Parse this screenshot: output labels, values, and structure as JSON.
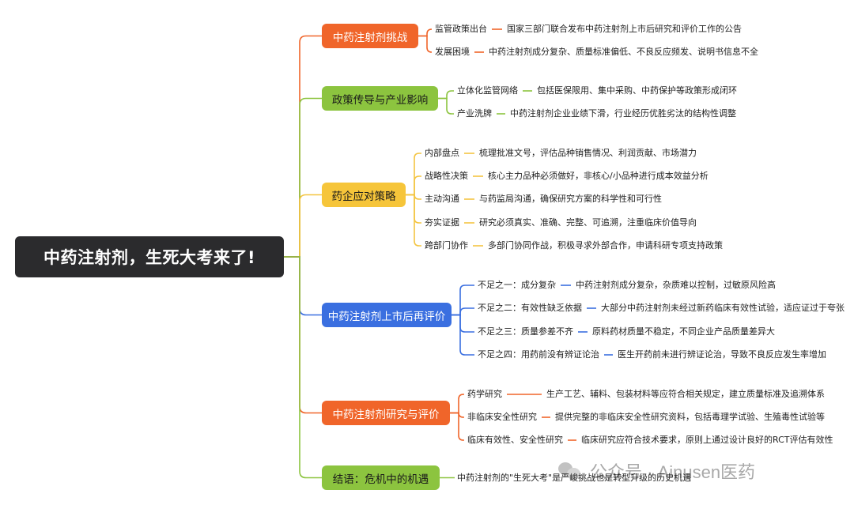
{
  "root": "中药注射剂，生死大考来了!",
  "branches": [
    {
      "label": "中药注射剂挑战",
      "bg": "#f0652a",
      "fg": "#ffffff",
      "line": "#f0652a",
      "children": [
        {
          "label": "监管政策出台",
          "desc": "国家三部门联合发布中药注射剂上市后研究和评价工作的公告"
        },
        {
          "label": "发展困境",
          "desc": "中药注射剂成分复杂、质量标准偏低、不良反应频发、说明书信息不全"
        }
      ]
    },
    {
      "label": "政策传导与产业影响",
      "bg": "#8cc43f",
      "fg": "#1a1a1a",
      "line": "#8cc43f",
      "children": [
        {
          "label": "立体化监管网络",
          "desc": "包括医保限用、集中采购、中药保护等政策形成闭环"
        },
        {
          "label": "产业洗牌",
          "desc": "中药注射剂企业业绩下滑，行业经历优胜劣汰的结构性调整"
        }
      ]
    },
    {
      "label": "药企应对策略",
      "bg": "#f6c53a",
      "fg": "#1a1a1a",
      "line": "#f4c542",
      "children": [
        {
          "label": "内部盘点",
          "desc": "梳理批准文号，评估品种销售情况、利润贡献、市场潜力"
        },
        {
          "label": "战略性决策",
          "desc": "核心主力品种必须做好，非核心/小品种进行成本效益分析"
        },
        {
          "label": "主动沟通",
          "desc": "与药监局沟通，确保研究方案的科学性和可行性"
        },
        {
          "label": "夯实证据",
          "desc": "研究必须真实、准确、完整、可追溯，注重临床价值导向"
        },
        {
          "label": "跨部门协作",
          "desc": "多部门协同作战，积极寻求外部合作，申请科研专项支持政策"
        }
      ]
    },
    {
      "label": "中药注射剂上市后再评价",
      "bg": "#3a6fe0",
      "fg": "#ffffff",
      "line": "#3a6fe0",
      "children": [
        {
          "label": "不足之一：成分复杂",
          "desc": "中药注射剂成分复杂，杂质难以控制，过敏原风险高"
        },
        {
          "label": "不足之二：有效性缺乏依据",
          "desc": "大部分中药注射剂未经过新药临床有效性试验，适应证过于夸张"
        },
        {
          "label": "不足之三：质量参差不齐",
          "desc": "原料药材质量不稳定，不同企业产品质量差异大"
        },
        {
          "label": "不足之四：用药前没有辨证论治",
          "desc": "医生开药前未进行辨证论治，导致不良反应发生率增加"
        }
      ]
    },
    {
      "label": "中药注射剂研究与评价",
      "bg": "#f0652a",
      "fg": "#ffffff",
      "line": "#f0652a",
      "children": [
        {
          "label": "药学研究",
          "desc": "生产工艺、辅料、包装材料等应符合相关规定，建立质量标准及追溯体系"
        },
        {
          "label": "非临床安全性研究",
          "desc": "提供完整的非临床安全性研究资料，包括毒理学试验、生殖毒性试验等"
        },
        {
          "label": "临床有效性、安全性研究",
          "desc": "临床研究应符合技术要求，原则上通过设计良好的RCT评估有效性"
        }
      ]
    },
    {
      "label": "结语：危机中的机遇",
      "bg": "#8cc43f",
      "fg": "#1a1a1a",
      "line": "#8cc43f",
      "children": [],
      "desc": "中药注射剂的\"生死大考\"是严峻挑战也是转型升级的历史机遇"
    }
  ],
  "watermark": "公众号 · Ainusen医药"
}
